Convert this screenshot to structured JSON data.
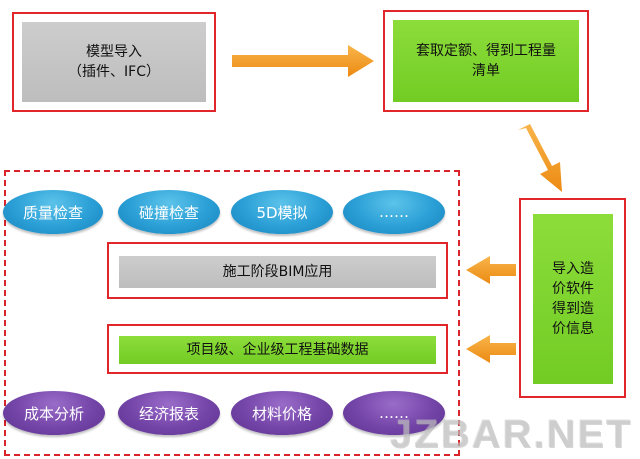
{
  "top": {
    "model_import": {
      "line1": "模型导入",
      "line2": "（插件、IFC）"
    },
    "quantity": {
      "line1": "套取定额、得到工程量",
      "line2": "清单"
    }
  },
  "right_box": {
    "lines": [
      "导入造",
      "价软件",
      "得到造",
      "价信息"
    ]
  },
  "bim_application": "施工阶段BIM应用",
  "base_data": "项目级、企业级工程基础数据",
  "blue_ellipses": [
    "质量检查",
    "碰撞检查",
    "5D模拟",
    "……"
  ],
  "purple_ellipses": [
    "成本分析",
    "经济报表",
    "材料价格",
    "……"
  ],
  "watermark": "JZBAR.NET",
  "colors": {
    "red_border": "#e0252b",
    "green": "#7ed12f",
    "gray": "#c4c4c4",
    "orange_arrow": "#f39a1f",
    "blue": "#2a9fd6",
    "purple": "#7445a8"
  }
}
